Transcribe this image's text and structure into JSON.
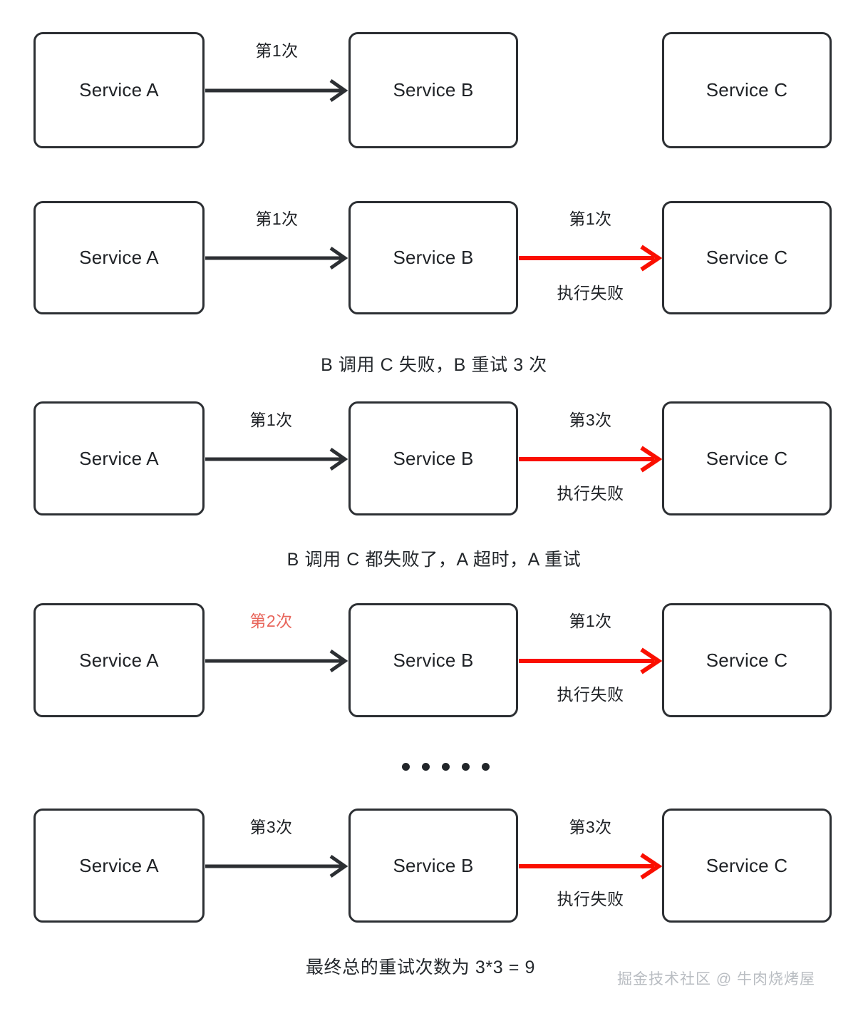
{
  "diagram": {
    "title": "Service A / B / C retry amplification diagram",
    "colors": {
      "box_border": "#2c2f33",
      "text": "#1f2226",
      "arrow_normal": "#2c2f33",
      "arrow_failure": "#fa0f00",
      "label_accent": "#e8665c",
      "watermark": "#b9bdc2",
      "background": "#ffffff"
    },
    "nodes": {
      "a": "Service A",
      "b": "Service B",
      "c": "Service C"
    },
    "rows": [
      {
        "id": "row-1",
        "ab_label": "第1次",
        "ab_label_accent": false,
        "bc_arrow": false,
        "bc_label": "",
        "bc_sublabel": ""
      },
      {
        "id": "row-2",
        "ab_label": "第1次",
        "ab_label_accent": false,
        "bc_arrow": true,
        "bc_label": "第1次",
        "bc_sublabel": "执行失败"
      },
      {
        "id": "row-3",
        "ab_label": "第1次",
        "ab_label_accent": false,
        "bc_arrow": true,
        "bc_label": "第3次",
        "bc_sublabel": "执行失败"
      },
      {
        "id": "row-4",
        "ab_label": "第2次",
        "ab_label_accent": true,
        "bc_arrow": true,
        "bc_label": "第1次",
        "bc_sublabel": "执行失败"
      },
      {
        "id": "row-5",
        "ab_label": "第3次",
        "ab_label_accent": false,
        "bc_arrow": true,
        "bc_label": "第3次",
        "bc_sublabel": "执行失败"
      }
    ],
    "captions": [
      "B 调用 C 失败，B 重试 3 次",
      "B 调用 C 都失败了，A 超时，A 重试",
      "最终总的重试次数为 3*3 = 9"
    ],
    "ellipsis_dot_count": 5,
    "watermark": "掘金技术社区 @ 牛肉烧烤屋"
  }
}
